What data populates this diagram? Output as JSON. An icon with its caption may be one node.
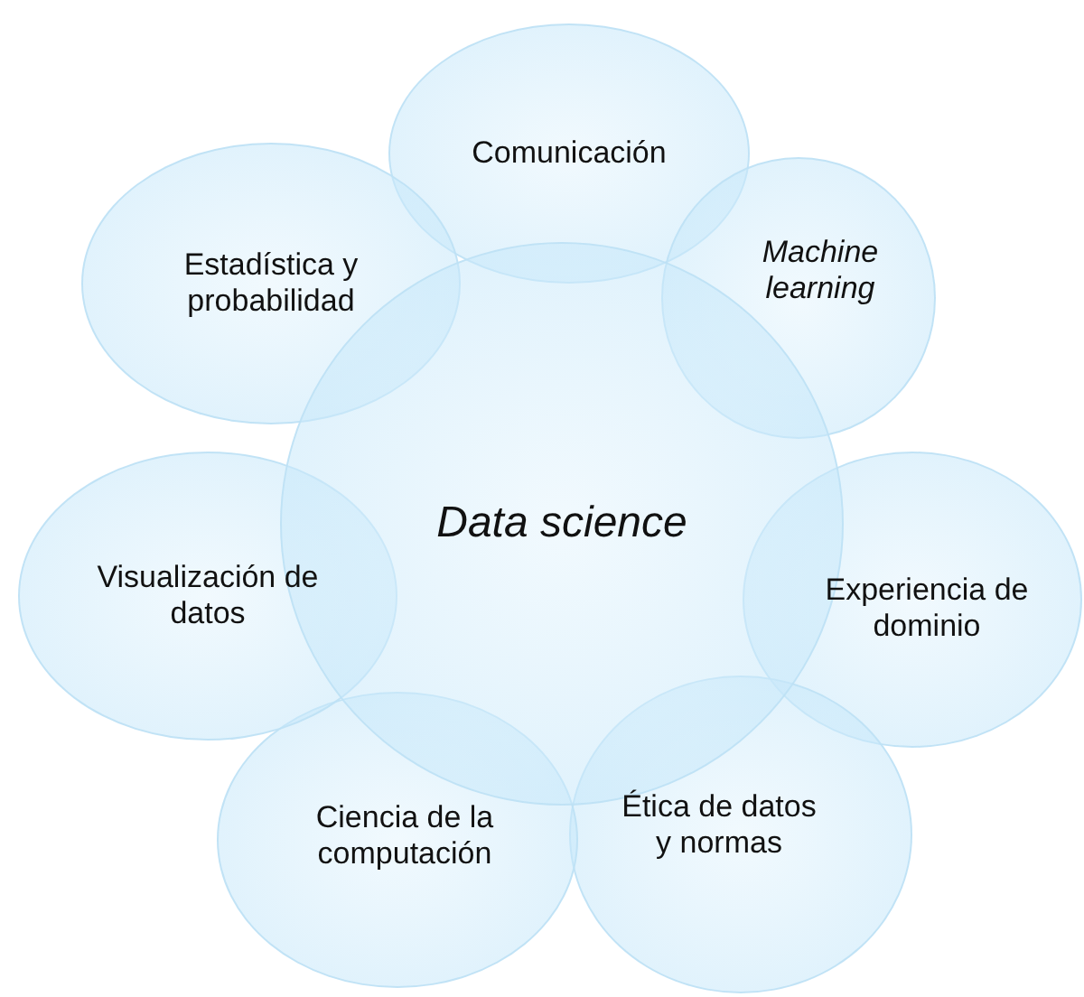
{
  "diagram": {
    "nodes": [
      {
        "text": [
          "Data science"
        ]
      },
      {
        "text": [
          "Comunicación"
        ]
      },
      {
        "text": [
          "Machine learning"
        ]
      },
      {
        "text": [
          "Experiencia de dominio"
        ]
      },
      {
        "text": [
          "Ética de datos y normas"
        ]
      },
      {
        "text": [
          "Ciencia de la computación"
        ]
      },
      {
        "text": [
          "Visualización de datos"
        ]
      },
      {
        "text": [
          "Estadística y probabilidad"
        ]
      }
    ]
  }
}
